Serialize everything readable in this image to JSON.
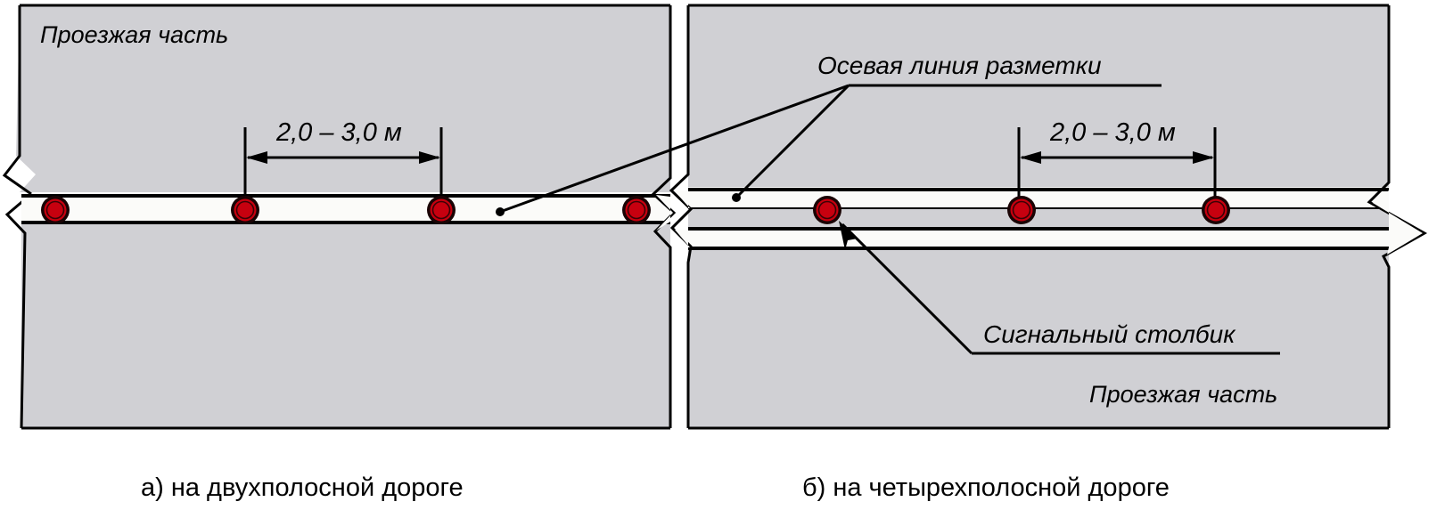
{
  "figure": {
    "title_caption_left": "а)  на двухполосной дороге",
    "title_caption_right": "б)  на четырехполосной дороге"
  },
  "colors": {
    "pavement": "#d0d0d4",
    "marking_white": "#fbfbf9",
    "line_black": "#000000",
    "bollard_fill": "#c7000f",
    "bollard_ring": "#1a0405",
    "page_background": "#ffffff"
  },
  "panel_a": {
    "id": "a",
    "caption": "а)  на двухполосной дороге",
    "pavement_label": "Проезжая часть",
    "road_type": "двухполосная",
    "lane_count": 2,
    "marking_bands": 1,
    "dimension": {
      "text": "2,0 – 3,0 м",
      "value_min": 2.0,
      "value_max": 3.0,
      "unit": "м"
    },
    "bollard_count": 4
  },
  "panel_b": {
    "id": "b",
    "caption": "б)  на четырехполосной дороге",
    "pavement_label": "Проезжая часть",
    "road_type": "четырехполосная",
    "lane_count": 4,
    "marking_bands": 2,
    "dimension": {
      "text": "2,0 – 3,0 м",
      "value_min": 2.0,
      "value_max": 3.0,
      "unit": "м"
    },
    "bollard_count": 3,
    "callouts": {
      "axis_line": "Осевая линия разметки",
      "bollard": "Сигнальный столбик"
    }
  }
}
